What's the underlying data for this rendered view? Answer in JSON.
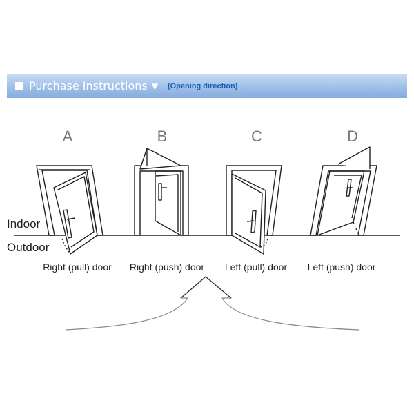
{
  "header": {
    "title": "Purchase Instructions",
    "arrow": "▼",
    "subtitle": "(Opening direction)"
  },
  "sides": {
    "indoor": "Indoor",
    "outdoor": "Outdoor"
  },
  "doors": [
    {
      "letter": "A",
      "label": "Right (pull) door"
    },
    {
      "letter": "B",
      "label": "Right (push) door"
    },
    {
      "letter": "C",
      "label": "Left (pull) door"
    },
    {
      "letter": "D",
      "label": "Left (push) door"
    }
  ],
  "colors": {
    "banner": "#9fc0e8",
    "subtitle": "#1d5fb6",
    "line": "#222222"
  }
}
